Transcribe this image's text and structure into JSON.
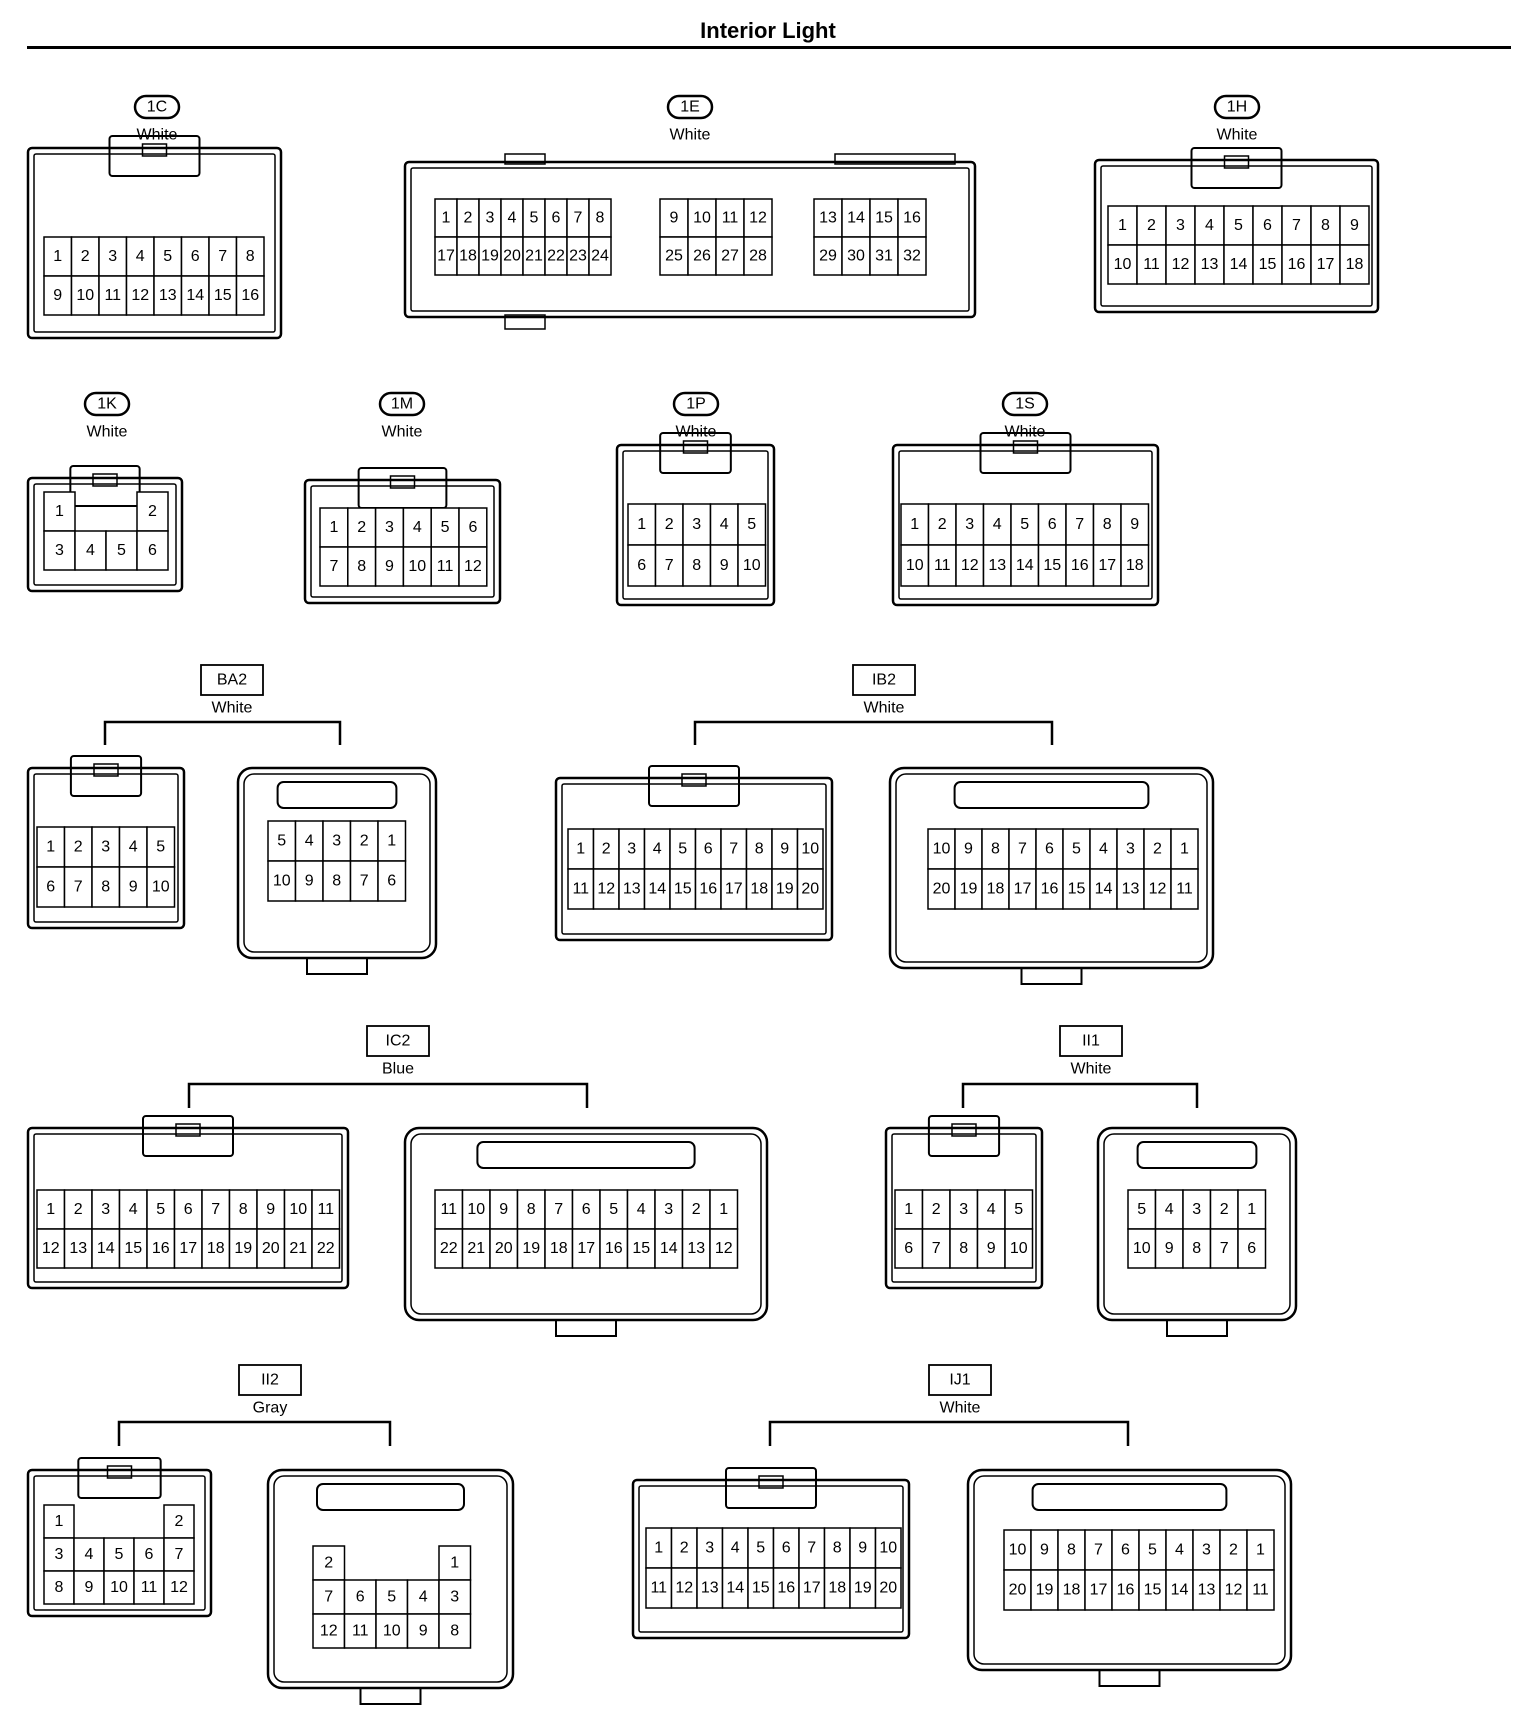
{
  "title": "Interior Light",
  "connectors": [
    {
      "id": "1C",
      "color": "White",
      "parts": [
        {
          "rows": [
            [
              "1",
              "2",
              "3",
              "4",
              "5",
              "6",
              "7",
              "8"
            ],
            [
              "9",
              "10",
              "11",
              "12",
              "13",
              "14",
              "15",
              "16"
            ]
          ]
        }
      ]
    },
    {
      "id": "1E",
      "color": "White",
      "parts": [
        {
          "rows": [
            [
              "1",
              "2",
              "3",
              "4",
              "5",
              "6",
              "7",
              "8"
            ],
            [
              "17",
              "18",
              "19",
              "20",
              "21",
              "22",
              "23",
              "24"
            ]
          ]
        },
        {
          "rows": [
            [
              "9",
              "10",
              "11",
              "12"
            ],
            [
              "25",
              "26",
              "27",
              "28"
            ]
          ]
        },
        {
          "rows": [
            [
              "13",
              "14",
              "15",
              "16"
            ],
            [
              "29",
              "30",
              "31",
              "32"
            ]
          ]
        }
      ]
    },
    {
      "id": "1H",
      "color": "White",
      "parts": [
        {
          "rows": [
            [
              "1",
              "2",
              "3",
              "4",
              "5",
              "6",
              "7",
              "8",
              "9"
            ],
            [
              "10",
              "11",
              "12",
              "13",
              "14",
              "15",
              "16",
              "17",
              "18"
            ]
          ]
        }
      ]
    },
    {
      "id": "1K",
      "color": "White",
      "parts": [
        {
          "rows": [
            [
              "1",
              "",
              "",
              "2"
            ],
            [
              "3",
              "4",
              "5",
              "6"
            ]
          ]
        }
      ]
    },
    {
      "id": "1M",
      "color": "White",
      "parts": [
        {
          "rows": [
            [
              "1",
              "2",
              "3",
              "4",
              "5",
              "6"
            ],
            [
              "7",
              "8",
              "9",
              "10",
              "11",
              "12"
            ]
          ]
        }
      ]
    },
    {
      "id": "1P",
      "color": "White",
      "parts": [
        {
          "rows": [
            [
              "1",
              "2",
              "3",
              "4",
              "5"
            ],
            [
              "6",
              "7",
              "8",
              "9",
              "10"
            ]
          ]
        }
      ]
    },
    {
      "id": "1S",
      "color": "White",
      "parts": [
        {
          "rows": [
            [
              "1",
              "2",
              "3",
              "4",
              "5",
              "6",
              "7",
              "8",
              "9"
            ],
            [
              "10",
              "11",
              "12",
              "13",
              "14",
              "15",
              "16",
              "17",
              "18"
            ]
          ]
        }
      ]
    },
    {
      "id": "BA2",
      "color": "White",
      "parts": [
        {
          "rows": [
            [
              "1",
              "2",
              "3",
              "4",
              "5"
            ],
            [
              "6",
              "7",
              "8",
              "9",
              "10"
            ]
          ]
        },
        {
          "rows": [
            [
              "5",
              "4",
              "3",
              "2",
              "1"
            ],
            [
              "10",
              "9",
              "8",
              "7",
              "6"
            ]
          ]
        }
      ]
    },
    {
      "id": "IB2",
      "color": "White",
      "parts": [
        {
          "rows": [
            [
              "1",
              "2",
              "3",
              "4",
              "5",
              "6",
              "7",
              "8",
              "9",
              "10"
            ],
            [
              "11",
              "12",
              "13",
              "14",
              "15",
              "16",
              "17",
              "18",
              "19",
              "20"
            ]
          ]
        },
        {
          "rows": [
            [
              "10",
              "9",
              "8",
              "7",
              "6",
              "5",
              "4",
              "3",
              "2",
              "1"
            ],
            [
              "20",
              "19",
              "18",
              "17",
              "16",
              "15",
              "14",
              "13",
              "12",
              "11"
            ]
          ]
        }
      ]
    },
    {
      "id": "IC2",
      "color": "Blue",
      "parts": [
        {
          "rows": [
            [
              "1",
              "2",
              "3",
              "4",
              "5",
              "6",
              "7",
              "8",
              "9",
              "10",
              "11"
            ],
            [
              "12",
              "13",
              "14",
              "15",
              "16",
              "17",
              "18",
              "19",
              "20",
              "21",
              "22"
            ]
          ]
        },
        {
          "rows": [
            [
              "11",
              "10",
              "9",
              "8",
              "7",
              "6",
              "5",
              "4",
              "3",
              "2",
              "1"
            ],
            [
              "22",
              "21",
              "20",
              "19",
              "18",
              "17",
              "16",
              "15",
              "14",
              "13",
              "12"
            ]
          ]
        }
      ]
    },
    {
      "id": "II1",
      "color": "White",
      "parts": [
        {
          "rows": [
            [
              "1",
              "2",
              "3",
              "4",
              "5"
            ],
            [
              "6",
              "7",
              "8",
              "9",
              "10"
            ]
          ]
        },
        {
          "rows": [
            [
              "5",
              "4",
              "3",
              "2",
              "1"
            ],
            [
              "10",
              "9",
              "8",
              "7",
              "6"
            ]
          ]
        }
      ]
    },
    {
      "id": "II2",
      "color": "Gray",
      "parts": [
        {
          "rows": [
            [
              "1",
              "",
              "",
              "",
              "2"
            ],
            [
              "3",
              "4",
              "5",
              "6",
              "7"
            ],
            [
              "8",
              "9",
              "10",
              "11",
              "12"
            ]
          ]
        },
        {
          "rows": [
            [
              "2",
              "",
              "",
              "",
              "1"
            ],
            [
              "7",
              "6",
              "5",
              "4",
              "3"
            ],
            [
              "12",
              "11",
              "10",
              "9",
              "8"
            ]
          ]
        }
      ]
    },
    {
      "id": "IJ1",
      "color": "White",
      "parts": [
        {
          "rows": [
            [
              "1",
              "2",
              "3",
              "4",
              "5",
              "6",
              "7",
              "8",
              "9",
              "10"
            ],
            [
              "11",
              "12",
              "13",
              "14",
              "15",
              "16",
              "17",
              "18",
              "19",
              "20"
            ]
          ]
        },
        {
          "rows": [
            [
              "10",
              "9",
              "8",
              "7",
              "6",
              "5",
              "4",
              "3",
              "2",
              "1"
            ],
            [
              "20",
              "19",
              "18",
              "17",
              "16",
              "15",
              "14",
              "13",
              "12",
              "11"
            ]
          ]
        }
      ]
    }
  ]
}
